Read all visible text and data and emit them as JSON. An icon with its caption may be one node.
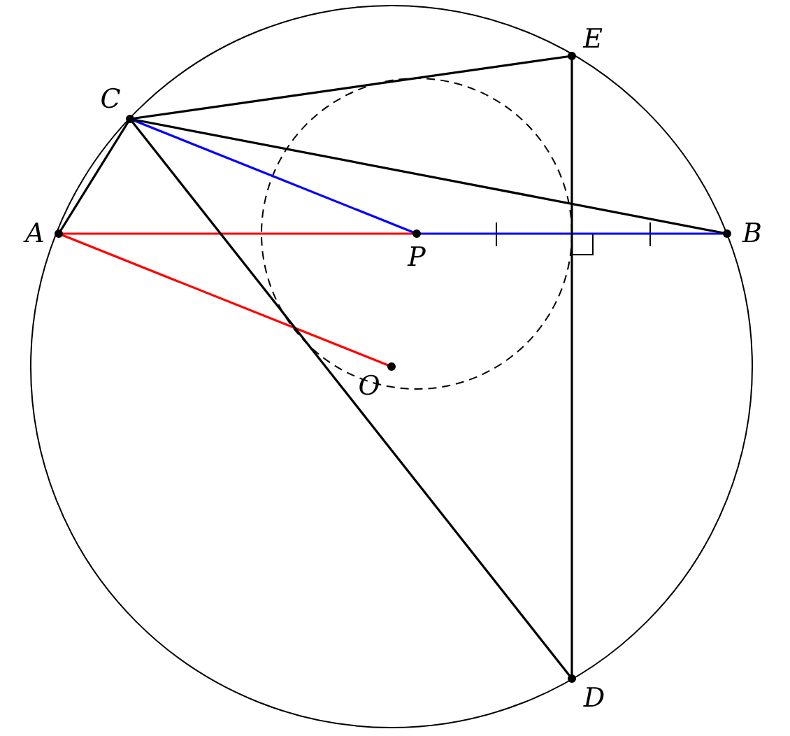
{
  "diagram": {
    "nodes": [
      {
        "text": [
          "E"
        ]
      },
      {
        "text": [
          "C"
        ]
      },
      {
        "text": [
          "A"
        ]
      },
      {
        "text": [
          "P"
        ]
      },
      {
        "text": [
          "B"
        ]
      },
      {
        "text": [
          "O"
        ]
      },
      {
        "text": [
          "D"
        ]
      }
    ],
    "edges": [
      {
        "from": 2,
        "to": 3,
        "arrow": "none",
        "color": "#ff0000"
      },
      {
        "from": 2,
        "to": 5,
        "arrow": "none",
        "color": "#ff0000"
      },
      {
        "from": 1,
        "to": 3,
        "arrow": "none",
        "color": "#0000ff"
      },
      {
        "from": 3,
        "to": 4,
        "arrow": "none",
        "color": "#0000ff"
      },
      {
        "from": 1,
        "to": 0,
        "arrow": "none"
      },
      {
        "from": 0,
        "to": 6,
        "arrow": "none"
      },
      {
        "from": 1,
        "to": 6,
        "arrow": "none"
      },
      {
        "from": 1,
        "to": 4,
        "arrow": "none"
      },
      {
        "from": 1,
        "to": 2,
        "arrow": "none"
      }
    ]
  }
}
